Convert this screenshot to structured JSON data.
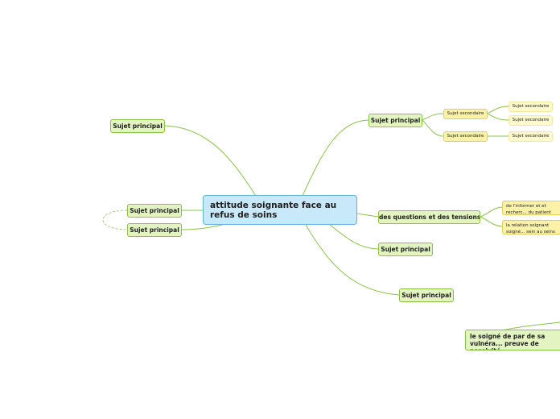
{
  "central": "attitude soignante face au refus de soins",
  "main_topics": {
    "top_right": "Sujet principal",
    "top_left": "Sujet principal",
    "left_upper": "Sujet principal",
    "left_lower": "Sujet principal",
    "questions": "des questions et des tensions",
    "middle_right": "Sujet principal",
    "bottom_right": "Sujet principal",
    "soigne": "le soigné de par de sa vulnéra... preuve de passivité"
  },
  "sub_topics": {
    "sec_1": "Sujet secondaire",
    "sec_2": "Sujet secondaire",
    "leaf_1": "Sujet secondaire",
    "leaf_2": "Sujet secondaire",
    "leaf_3": "Sujet secondaire",
    "informer": "de l'informer et et recherc... du patient",
    "relation": "la relation soignant soigné... sein au seins de cette re..."
  },
  "colors": {
    "connector": "#8bc34a",
    "central_fill": "#c7e9f9",
    "main_fill": "#e3f4c2",
    "sub_fill": "#fbf2a9"
  }
}
